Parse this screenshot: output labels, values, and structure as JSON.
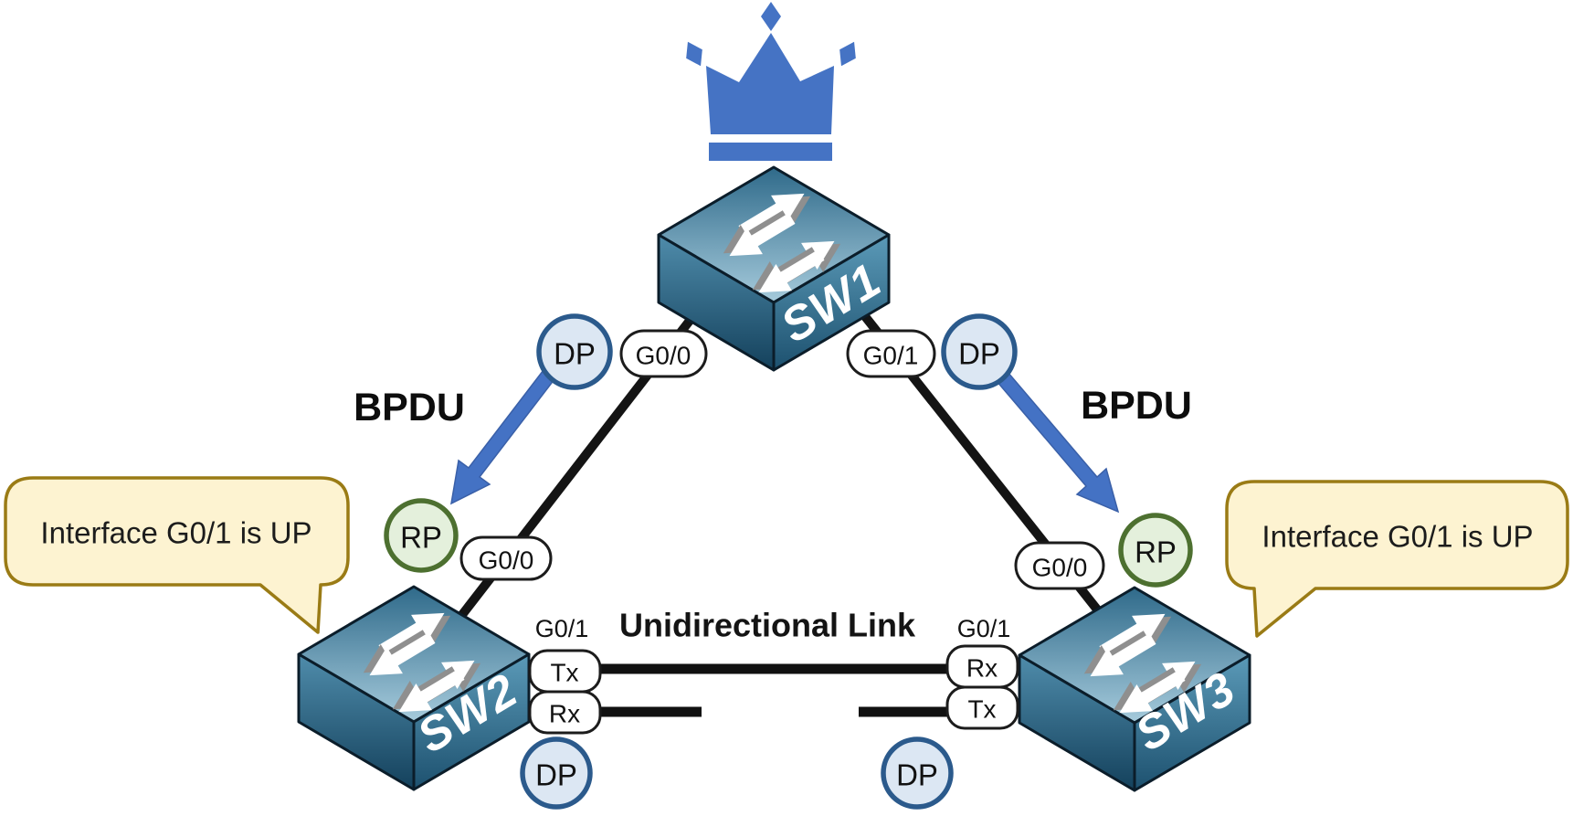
{
  "diagram_type": "spanning-tree-unidirectional-link-topology",
  "colors": {
    "accent_blue": "#4472c4",
    "dp_badge_fill": "#dce7f3",
    "dp_badge_border": "#2b5a8c",
    "rp_badge_fill": "#e4f0dc",
    "rp_badge_border": "#4d7030",
    "callout_fill": "#fdf3d1",
    "callout_border": "#9a7b15",
    "link_line": "#141414",
    "switch_dark": "#14415c",
    "switch_light": "#a6cbdc"
  },
  "switches": {
    "sw1": {
      "label": "SW1",
      "ports": {
        "left": "G0/0",
        "right": "G0/1"
      },
      "badges": {
        "left": "DP",
        "right": "DP"
      }
    },
    "sw2": {
      "label": "SW2",
      "uplink_port": "G0/0",
      "link_port": "G0/1",
      "root_port_badge": "RP",
      "designated_badge": "DP",
      "pins": {
        "top": "Tx",
        "bottom": "Rx"
      }
    },
    "sw3": {
      "label": "SW3",
      "uplink_port": "G0/0",
      "link_port": "G0/1",
      "root_port_badge": "RP",
      "designated_badge": "DP",
      "pins": {
        "top": "Rx",
        "bottom": "Tx"
      }
    }
  },
  "annotations": {
    "bpdu_left": "BPDU",
    "bpdu_right": "BPDU",
    "unidirectional_link": "Unidirectional Link",
    "callout_left": "Interface G0/1 is UP",
    "callout_right": "Interface G0/1 is UP"
  }
}
